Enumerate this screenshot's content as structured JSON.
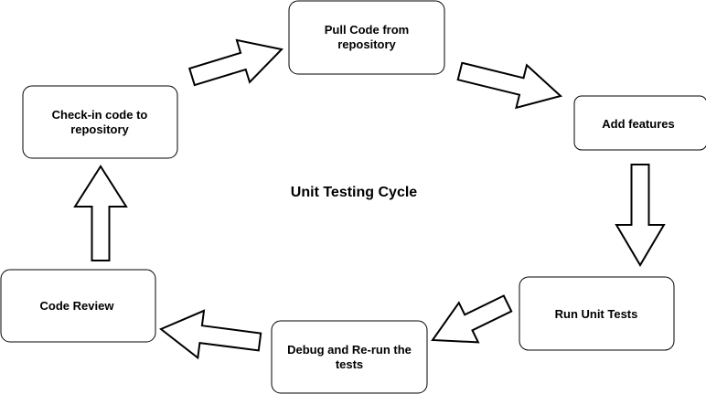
{
  "title": "Unit Testing Cycle",
  "nodes": {
    "pull": {
      "lines": [
        "Pull Code from",
        "repository"
      ]
    },
    "add": {
      "lines": [
        "Add features"
      ]
    },
    "run": {
      "lines": [
        "Run Unit Tests"
      ]
    },
    "debug": {
      "lines": [
        "Debug and Re-run the",
        "tests"
      ]
    },
    "review": {
      "lines": [
        "Code Review"
      ]
    },
    "checkin": {
      "lines": [
        "Check-in code to",
        "repository"
      ]
    }
  },
  "colors": {
    "stroke": "#000000",
    "fill": "#ffffff"
  }
}
